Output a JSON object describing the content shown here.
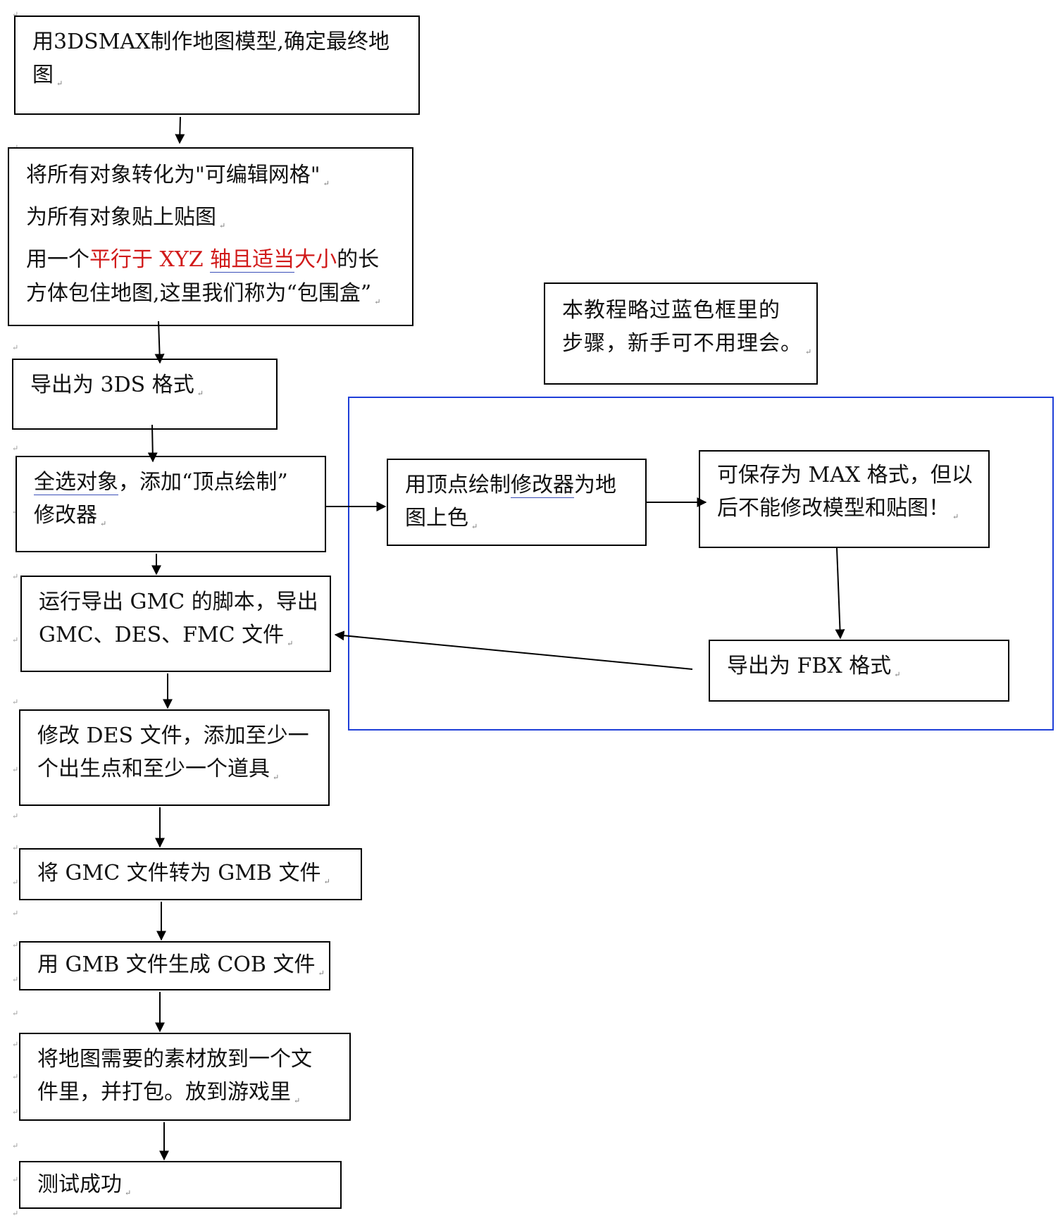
{
  "diagram": {
    "boxes": {
      "make_model": {
        "lines": [
          "用3DSMAX制作地图模型,确定最终地",
          "图"
        ]
      },
      "convert": {
        "line1": "将所有对象转化为\"可编辑网格\"",
        "line2": "为所有对象贴上贴图",
        "line3_a": "用一个",
        "line3_red1": "平行于 XYZ ",
        "line3_red_ul1": "轴且",
        "line3_red_ul2": "适当",
        "line3_red2": "大小",
        "line3_b": "的长",
        "line4": "方体包住地图,这里我们称为“包围盒”"
      },
      "export_3ds": {
        "lines": [
          "导出为 3DS 格式"
        ]
      },
      "select_all": {
        "line1_ul": "全选对象",
        "line1_rest": "，添加“顶点绘制”",
        "line2": "修改器"
      },
      "run_script": {
        "lines": [
          "运行导出 GMC 的脚本，导出",
          "GMC、DES、FMC 文件"
        ]
      },
      "edit_des": {
        "lines": [
          "修改 DES 文件，添加至少一",
          "个出生点和至少一个道具"
        ]
      },
      "gmc_to_gmb": {
        "lines": [
          "将 GMC 文件转为 GMB 文件"
        ]
      },
      "gmb_to_cob": {
        "lines": [
          "用 GMB 文件生成 COB 文件"
        ]
      },
      "pack": {
        "lines": [
          "将地图需要的素材放到一个文",
          "件里，并打包。放到游戏里"
        ]
      },
      "test": {
        "lines": [
          "测试成功"
        ]
      },
      "note": {
        "lines": [
          "本教程略过蓝色框里的",
          "步骤，新手可不用理会。"
        ]
      },
      "vertex_paint": {
        "line1_a": "用顶点绘制",
        "line1_ul": "修改器",
        "line1_b": "为地",
        "line2": "图上色"
      },
      "save_max": {
        "lines": [
          "可保存为 MAX 格式，但以",
          "后不能修改模型和贴图！"
        ]
      },
      "export_fbx": {
        "lines": [
          "导出为 FBX 格式"
        ]
      }
    },
    "paragraph_mark": "↵",
    "colors": {
      "frame_border": "#1f3fd8",
      "highlight_text": "#d11a1a",
      "underline": "#3b4fb8"
    }
  }
}
